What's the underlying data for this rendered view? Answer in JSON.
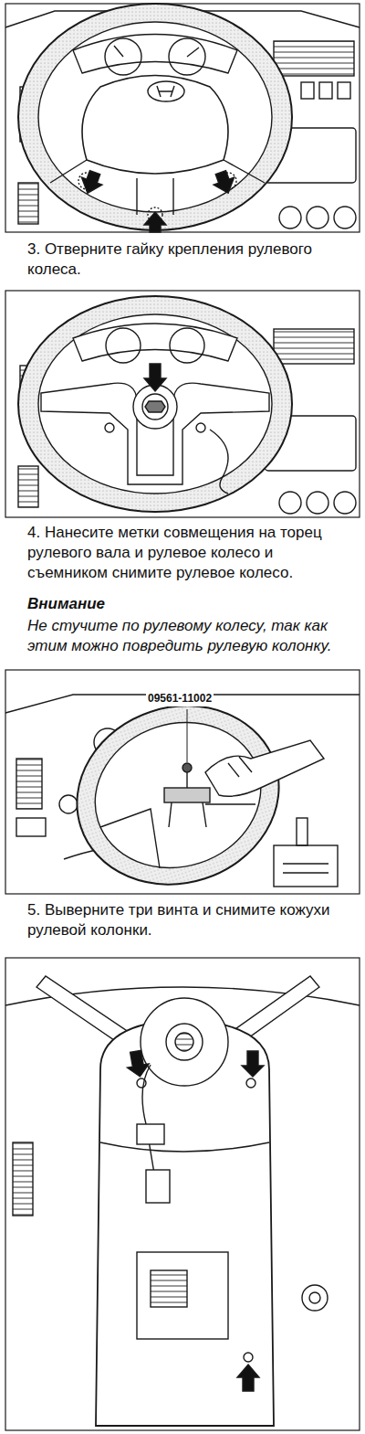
{
  "diagram": {
    "labels": [
      "3. Отверните гайку крепления рулевого колеса.",
      "4. Нанесите метки совмещения на торец рулевого вала и рулевое колесо и съемником снимите рулевое колесо.",
      "Внимание",
      "Не стучите по рулевому колесу, так как этим можно повредить рулевую колонку.",
      "09561-11002",
      "5. Выверните три винта и снимите кожухи рулевой колонки."
    ]
  }
}
